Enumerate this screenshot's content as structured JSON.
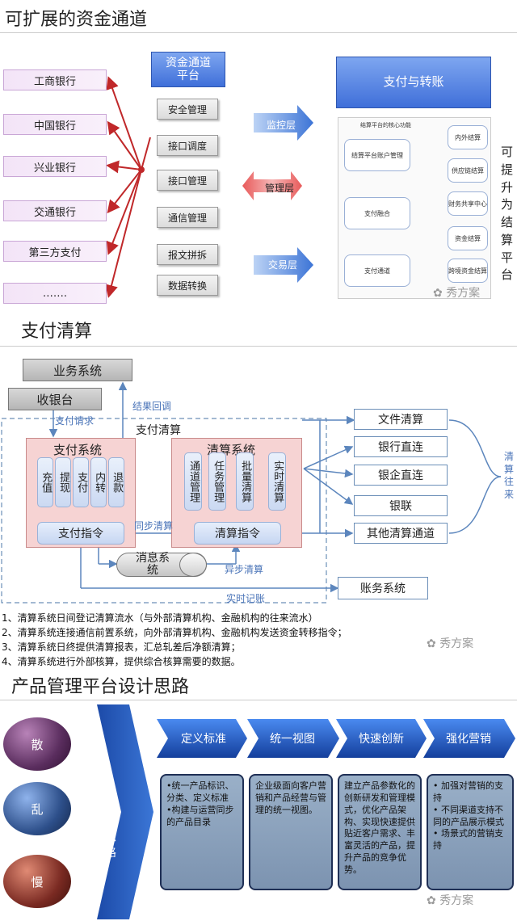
{
  "section1": {
    "title": "可扩展的资金通道",
    "banks": [
      "工商银行",
      "中国银行",
      "兴业银行",
      "交通银行",
      "第三方支付",
      "……."
    ],
    "platform_header": "资金通道\n平台",
    "modules": [
      "安全管理",
      "接口调度",
      "接口管理",
      "通信管理",
      "报文拼拆",
      "数据转换"
    ],
    "layers": [
      "监控层",
      "管理层",
      "交易层"
    ],
    "right_header": "支付与转账",
    "small_title": "结算平台的核心功能",
    "small_left": [
      "结算平台账户管理",
      "支付融合",
      "支付通道"
    ],
    "small_right": [
      "内外结算",
      "供应链结算",
      "财务共享中心",
      "资金结算",
      "跨境资金结算"
    ],
    "side_text": "可提升为结算平台",
    "watermark": "秀方案"
  },
  "section2": {
    "title": "支付清算",
    "business_system": "业务系统",
    "cashier": "收银台",
    "result_callback": "结果回调",
    "payment_request": "支付请求",
    "clearing_label": "支付清算",
    "payment_system": "支付系统",
    "pay_cells": [
      "充值",
      "提现",
      "支付",
      "内转",
      "退款"
    ],
    "payment_cmd": "支付指令",
    "clearing_system": "清算系统",
    "clear_cells": [
      "通道管理",
      "任务管理",
      "批量清算",
      "实时清算"
    ],
    "clearing_cmd": "清算指令",
    "sync_clearing": "同步清算",
    "message_system": "消息系统",
    "async_clearing": "异步清算",
    "right_boxes": [
      "文件清算",
      "银行直连",
      "银企直连",
      "银联",
      "其他清算通道"
    ],
    "accounting": "账务系统",
    "realtime_booking": "实时记账",
    "side_text": "清算往来",
    "notes": [
      "1、清算系统日间登记清算流水（与外部清算机构、金融机构的往来流水）",
      "2、清算系统连接通信前置系统，向外部清算机构、金融机构发送资金转移指令；",
      "3、清算系统日终提供清算报表，汇总轧差后净额清算；",
      "4、清算系统进行外部核算，提供综合核算需要的数据。"
    ],
    "watermark": "秀方案"
  },
  "section3": {
    "title": "产品管理平台设计思路",
    "balls": [
      "散",
      "乱",
      "慢"
    ],
    "colors": {
      "ball1": "#5a2d5e",
      "ball2": "#2d4f8a",
      "ball3": "#7a2a22"
    },
    "build_label": "建设思路",
    "stages": [
      "定义标准",
      "统一视图",
      "快速创新",
      "强化营销"
    ],
    "descs": [
      "•统一产品标识、分类、定义标准\n•构建与运营同步的产品目录",
      "企业级面向客户营销和产品经营与管理的统一视图。",
      "建立产品参数化的创新研发和管理模式，优化产品架构、实现快速提供贴近客户需求、丰富灵活的产品，提升产品的竞争优势。",
      "• 加强对营销的支持\n• 不同渠道支持不同的产品展示模式\n• 场景式的营销支持"
    ],
    "watermark": "秀方案"
  }
}
